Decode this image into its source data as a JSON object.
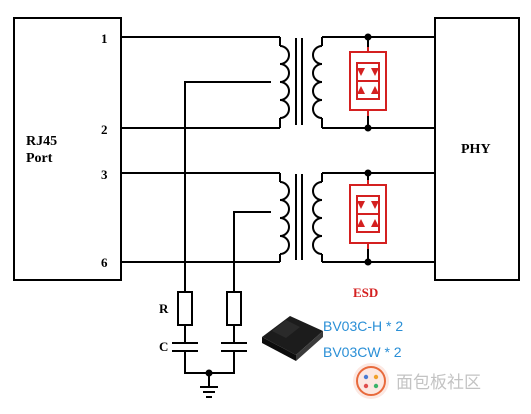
{
  "left_block": {
    "line1": "RJ45",
    "line2": "Port"
  },
  "right_block": {
    "label": "PHY"
  },
  "pins": [
    "1",
    "2",
    "3",
    "6"
  ],
  "resistor_label": "R",
  "capacitor_label": "C",
  "esd_label": "ESD",
  "parts": [
    "BV03C-H * 2",
    "BV03CW * 2"
  ],
  "watermark": "面包板社区",
  "colors": {
    "esd_red": "#d42020",
    "part_text_blue": "#2a8fd6",
    "line": "#000000"
  }
}
